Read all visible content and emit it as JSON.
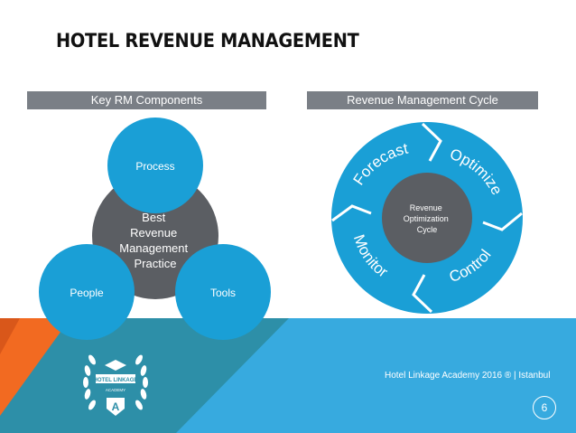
{
  "slide": {
    "title": "HOTEL REVENUE MANAGEMENT",
    "left_heading": "Key RM Components",
    "right_heading": "Revenue Management Cycle",
    "footer": "Hotel Linkage Academy 2016 ® | Istanbul",
    "page_number": "6"
  },
  "components": {
    "center": [
      "Best",
      "Revenue",
      "Management",
      "Practice"
    ],
    "process": "Process",
    "people": "People",
    "tools": "Tools"
  },
  "cycle": {
    "center": [
      "Revenue",
      "Optimization",
      "Cycle"
    ],
    "forecast": "Forecast",
    "optimize": "Optimize",
    "control": "Control",
    "monitor": "Monitor"
  },
  "logo": {
    "text": "HOTEL LINKAGE",
    "subtext": "ACADEMY",
    "letter": "A"
  },
  "colors": {
    "blue": "#1a9fd6",
    "gray": "#7a7f86",
    "dark_gray": "#5b5e63",
    "orange": "#f26a21",
    "teal": "#2d8fa8",
    "bottom_blue": "#37aadf"
  }
}
